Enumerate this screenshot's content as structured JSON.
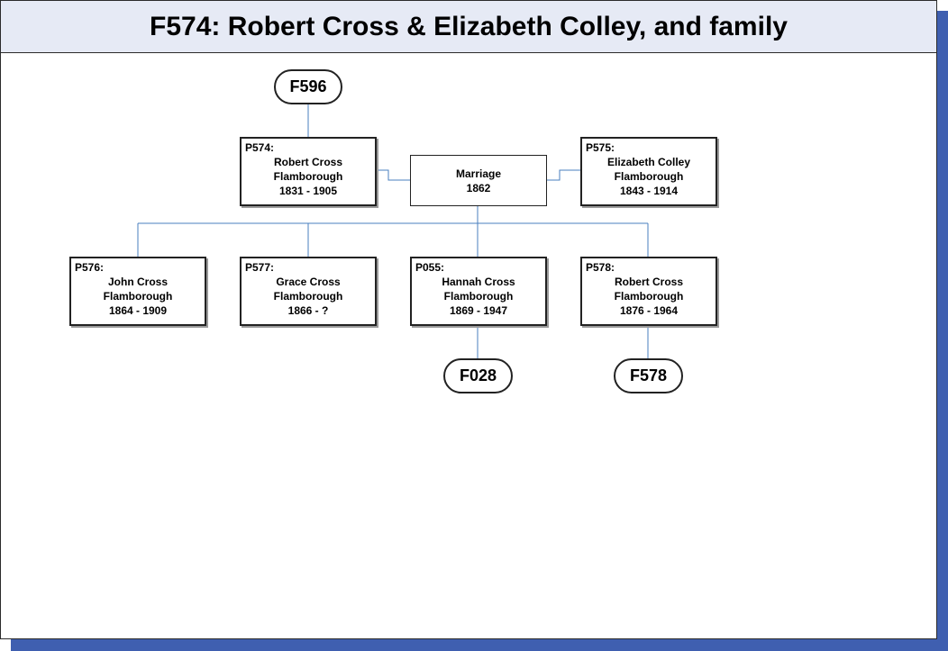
{
  "title": "F574: Robert Cross & Elizabeth Colley, and family",
  "colors": {
    "line": "#4a7fbf",
    "title_bg": "#e6eaf5",
    "shadow": "#3f5fb0"
  },
  "parent_ref": "F596",
  "husband": {
    "id": "P574:",
    "name": "Robert Cross",
    "place": "Flamborough",
    "dates": "1831 - 1905"
  },
  "wife": {
    "id": "P575:",
    "name": "Elizabeth Colley",
    "place": "Flamborough",
    "dates": "1843 - 1914"
  },
  "marriage": {
    "label": "Marriage",
    "year": "1862"
  },
  "children": [
    {
      "id": "P576:",
      "name": "John Cross",
      "place": "Flamborough",
      "dates": "1864 - 1909"
    },
    {
      "id": "P577:",
      "name": "Grace Cross",
      "place": "Flamborough",
      "dates": "1866 - ?"
    },
    {
      "id": "P055:",
      "name": "Hannah Cross",
      "place": "Flamborough",
      "dates": "1869 - 1947"
    },
    {
      "id": "P578:",
      "name": "Robert Cross",
      "place": "Flamborough",
      "dates": "1876 - 1964"
    }
  ],
  "child_refs": [
    "F028",
    "F578"
  ]
}
